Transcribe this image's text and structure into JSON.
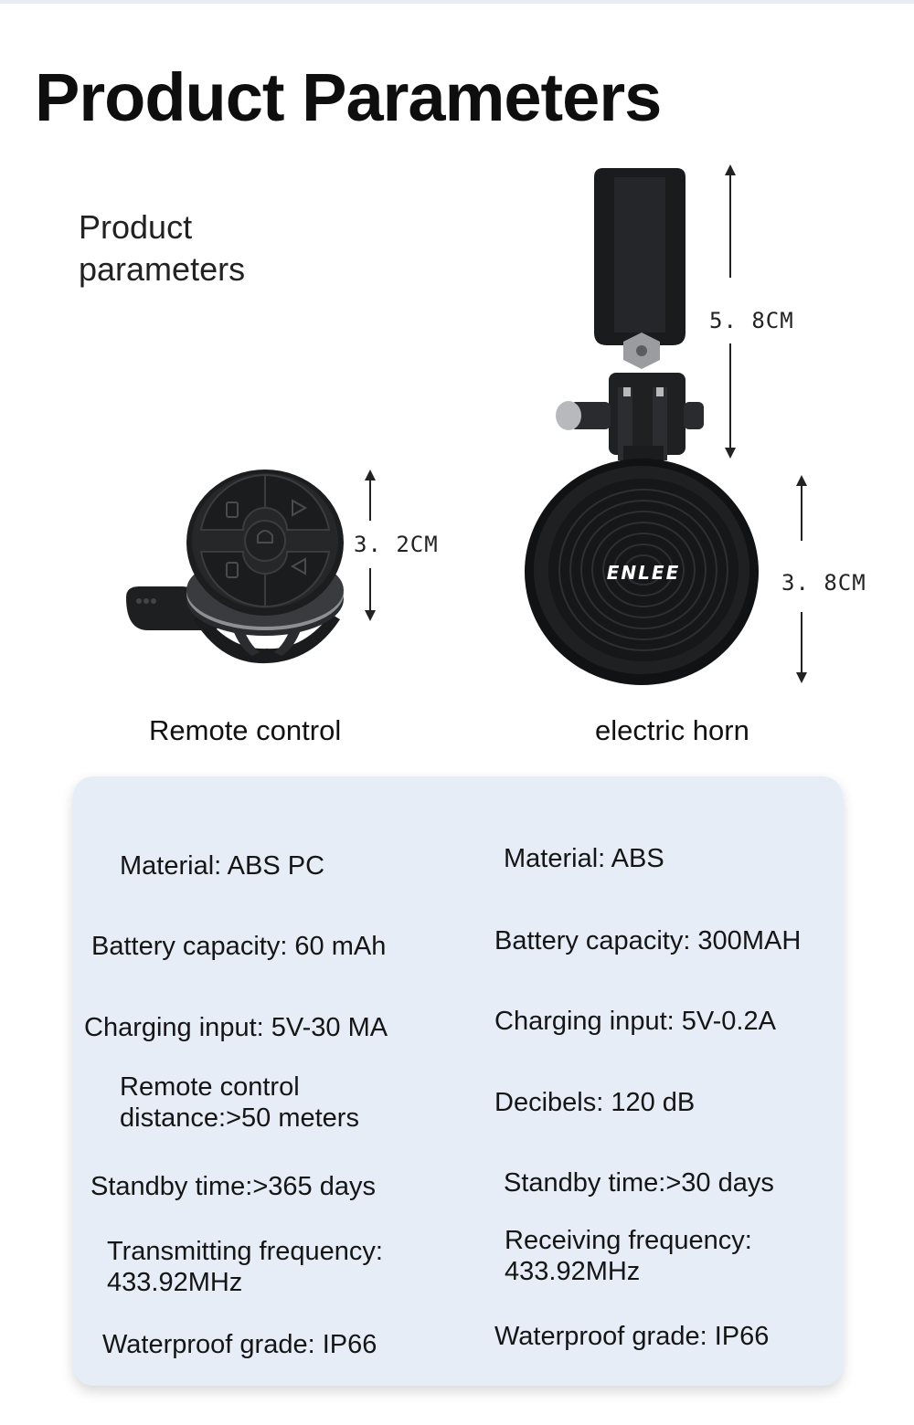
{
  "page": {
    "title": "Product Parameters",
    "subtitle": "Product\nparameters"
  },
  "products": {
    "remote": {
      "caption": "Remote control",
      "dimension": "3. 2CM",
      "button_icons": [
        "phone-icon",
        "play-pause-icon",
        "phone-icon",
        "volume-icon",
        "horn-icon"
      ]
    },
    "horn": {
      "caption": "electric horn",
      "brand_logo": "ENLEE",
      "dimension_top": "5. 8CM",
      "dimension_bottom": "3. 8CM"
    }
  },
  "specs": {
    "remote": [
      "Material: ABS PC",
      "Battery capacity: 60 mAh",
      "Charging input: 5V-30 MA",
      "Remote control\ndistance:>50 meters",
      "Standby time:>365 days",
      "Transmitting frequency:\n433.92MHz",
      "Waterproof grade: IP66"
    ],
    "horn": [
      "Material: ABS",
      "Battery capacity: 300MAH",
      "Charging input: 5V-0.2A",
      "Decibels: 120 dB",
      "Standby time:>30 days",
      "Receiving frequency:\n433.92MHz",
      "Waterproof grade: IP66"
    ]
  },
  "colors": {
    "card_background": "#e6edf7",
    "device_body": "#1b1c1e"
  }
}
